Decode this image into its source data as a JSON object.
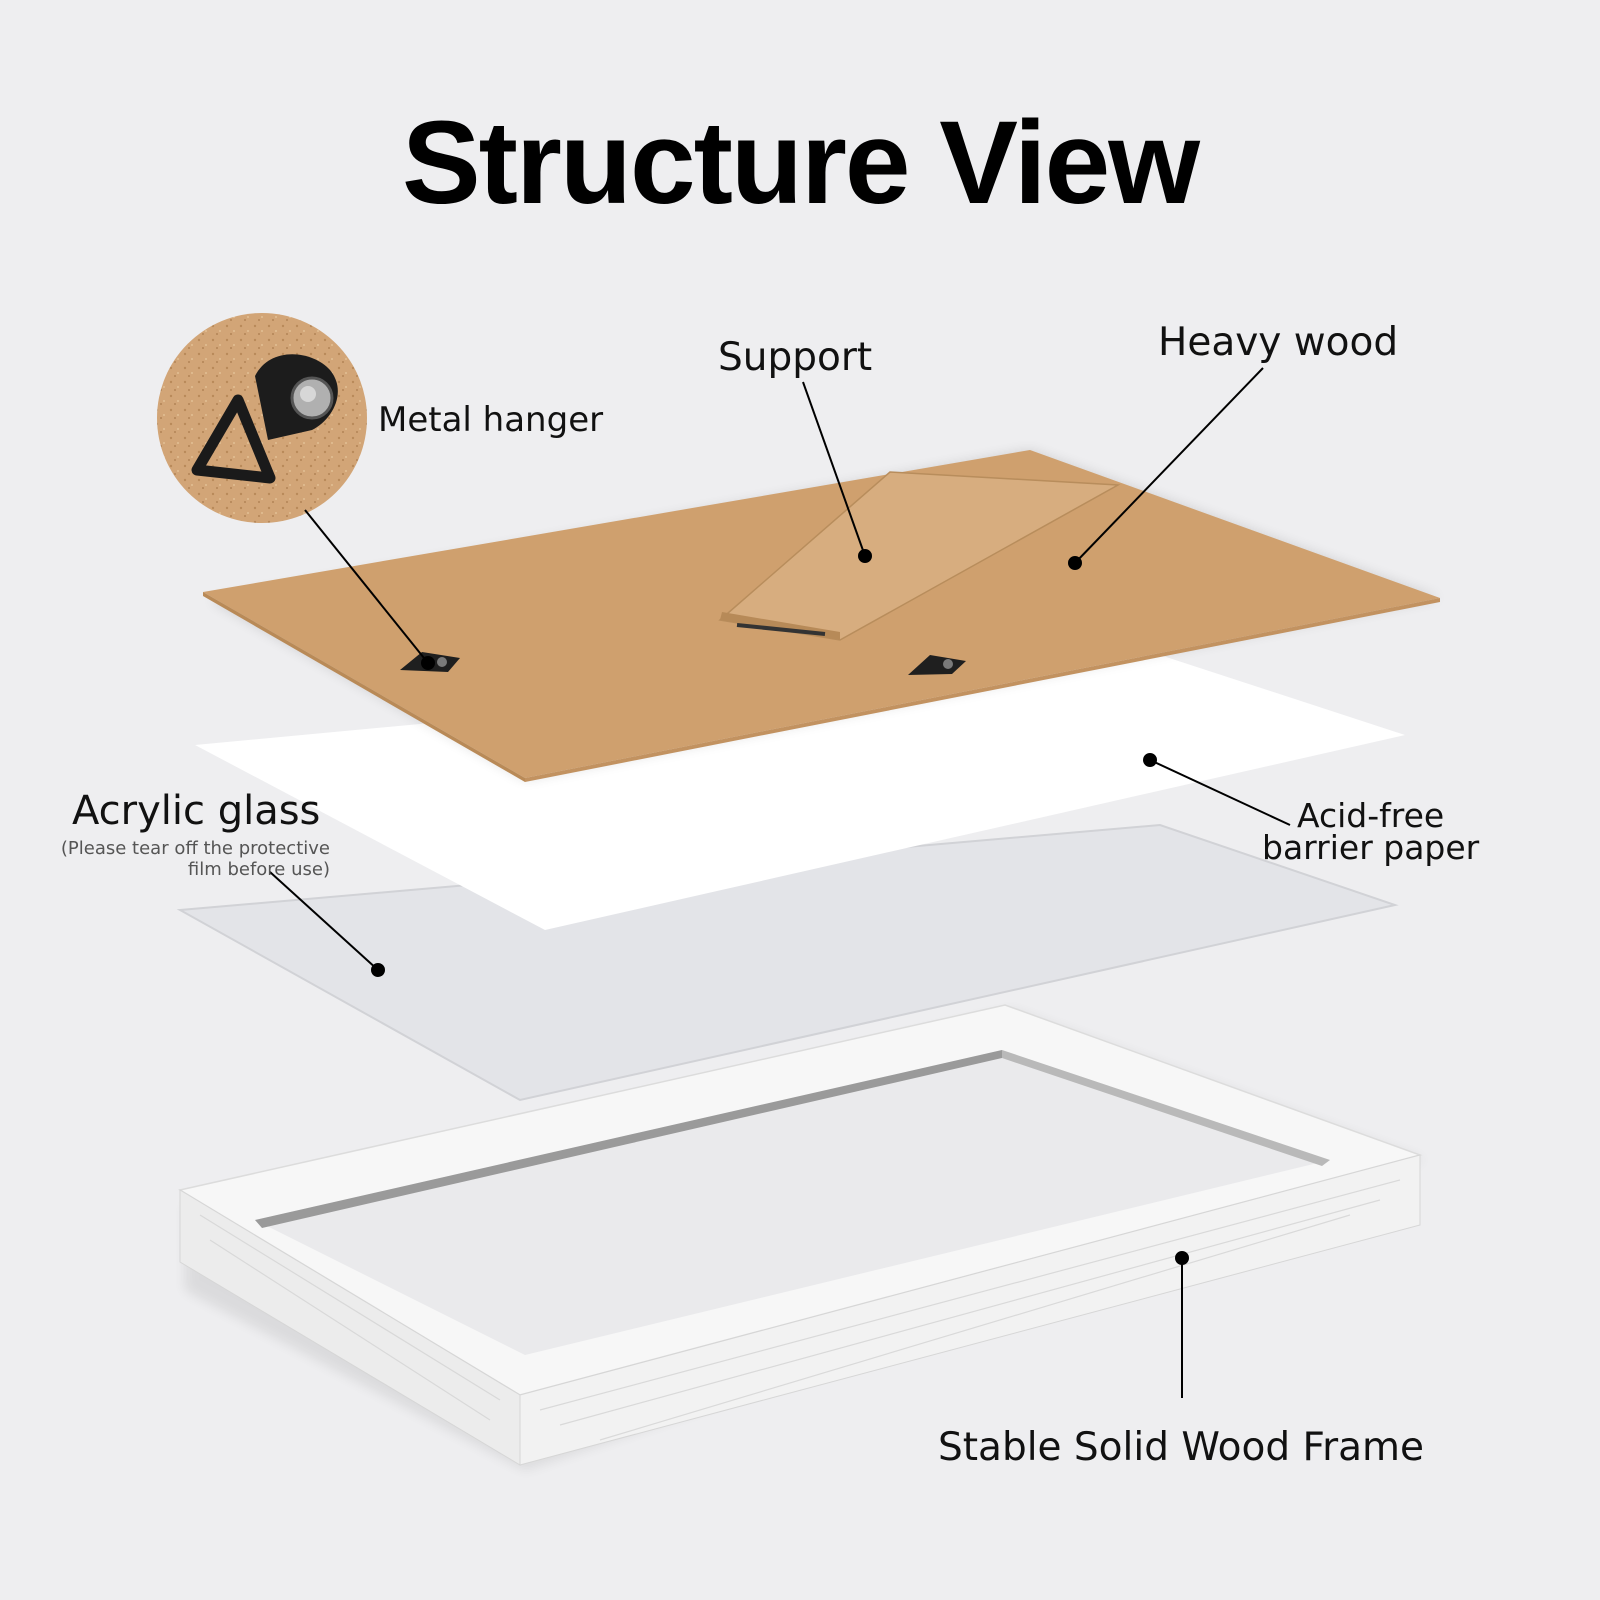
{
  "title": "Structure View",
  "labels": {
    "metal_hanger": "Metal hanger",
    "support": "Support",
    "heavy_wood": "Heavy wood",
    "acrylic_glass": "Acrylic glass",
    "acrylic_note": "(Please tear off the protective film before use)",
    "acid_free_line1": "Acid-free",
    "acid_free_line2": "barrier paper",
    "frame": "Stable Solid Wood Frame"
  },
  "colors": {
    "background": "#eeeef0",
    "backboard": "#cfa06e",
    "paper": "#ffffff",
    "acrylic": "#e2e3e7",
    "frame": "#f5f5f5",
    "hanger": "#1a1a1a"
  },
  "icons": [
    "metal-hanger-icon"
  ]
}
